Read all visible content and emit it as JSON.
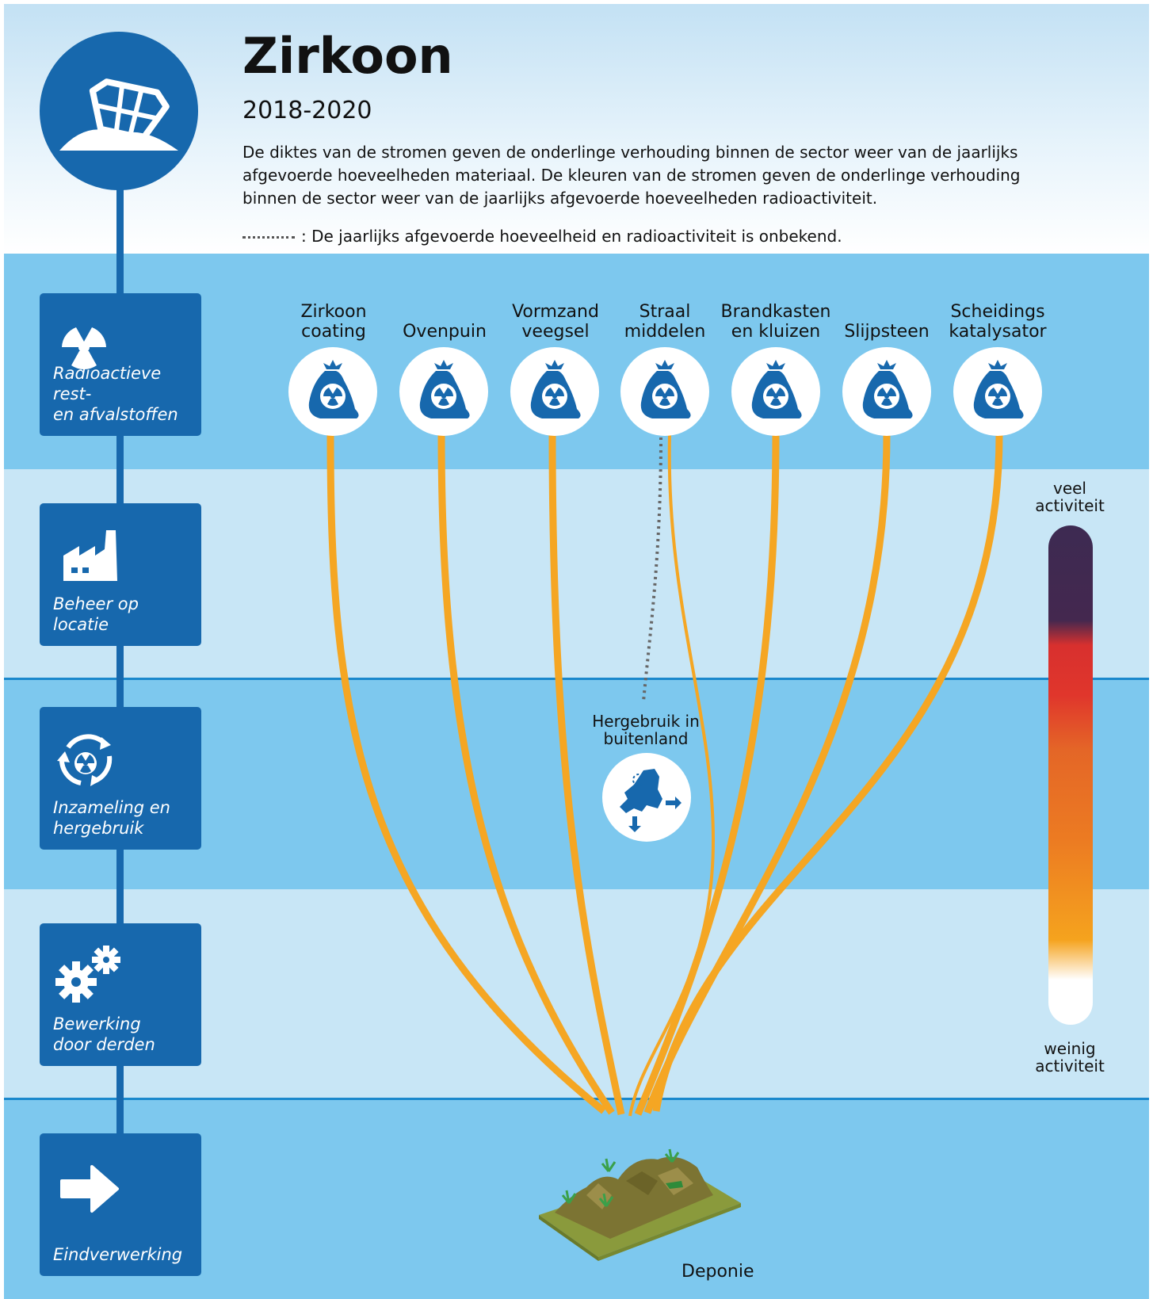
{
  "header": {
    "title": "Zirkoon",
    "subtitle": "2018-2020",
    "description": "De diktes van de stromen geven de onderlinge verhouding binnen de sector weer van de jaarlijks afgevoerde hoeveelheden materiaal. De kleuren van de stromen geven de onderlinge verhouding binnen de sector weer van de jaarlijks afgevoerde hoeveelheden radioactiviteit.",
    "dotted_legend": ": De jaarlijks afgevoerde hoeveelheid en radioactiviteit is onbekend."
  },
  "steps": [
    {
      "label": "Radioactieve rest-\nen afvalstoffen",
      "icon": "radiation-icon"
    },
    {
      "label": "Beheer op locatie",
      "icon": "factory-icon"
    },
    {
      "label": "Inzameling en\nhergebruik",
      "icon": "recycle-icon"
    },
    {
      "label": "Bewerking\ndoor derden",
      "icon": "gears-icon"
    },
    {
      "label": "Eindverwerking",
      "icon": "arrow-right-icon"
    }
  ],
  "sources": [
    {
      "label": "Zirkoon\ncoating"
    },
    {
      "label": "Ovenpuin"
    },
    {
      "label": "Vormzand\nveegsel"
    },
    {
      "label": "Straal\nmiddelen"
    },
    {
      "label": "Brandkasten\nen kluizen"
    },
    {
      "label": "Slijpsteen"
    },
    {
      "label": "Scheidings\nkatalysator"
    }
  ],
  "reuse": {
    "label": "Hergebruik in\nbuitenland",
    "icon": "netherlands-export-icon"
  },
  "destination": {
    "label": "Deponie",
    "icon": "landfill-icon"
  },
  "flows": [
    {
      "from": "Zirkoon coating",
      "to": "Deponie",
      "color": "#f5a623",
      "known": true
    },
    {
      "from": "Ovenpuin",
      "to": "Deponie",
      "color": "#f5a623",
      "known": true
    },
    {
      "from": "Vormzand veegsel",
      "to": "Deponie",
      "color": "#f5a623",
      "known": true
    },
    {
      "from": "Straal middelen",
      "to": "Hergebruik in buitenland",
      "color": "#666666",
      "known": false
    },
    {
      "from": "Straal middelen",
      "to": "Deponie",
      "color": "#f5a623",
      "known": true
    },
    {
      "from": "Brandkasten en kluizen",
      "to": "Deponie",
      "color": "#f5a623",
      "known": true
    },
    {
      "from": "Slijpsteen",
      "to": "Deponie",
      "color": "#f5a623",
      "known": true
    },
    {
      "from": "Scheidings katalysator",
      "to": "Deponie",
      "color": "#f5a623",
      "known": true
    }
  ],
  "scale": {
    "top_label": "veel\nactiviteit",
    "bottom_label": "weinig\nactiviteit",
    "colors": [
      "#3d2a52",
      "#e0362c",
      "#e46627",
      "#f5a31e",
      "#ffffff"
    ]
  },
  "colors": {
    "primary": "#1768ad",
    "flow": "#f5a623"
  }
}
